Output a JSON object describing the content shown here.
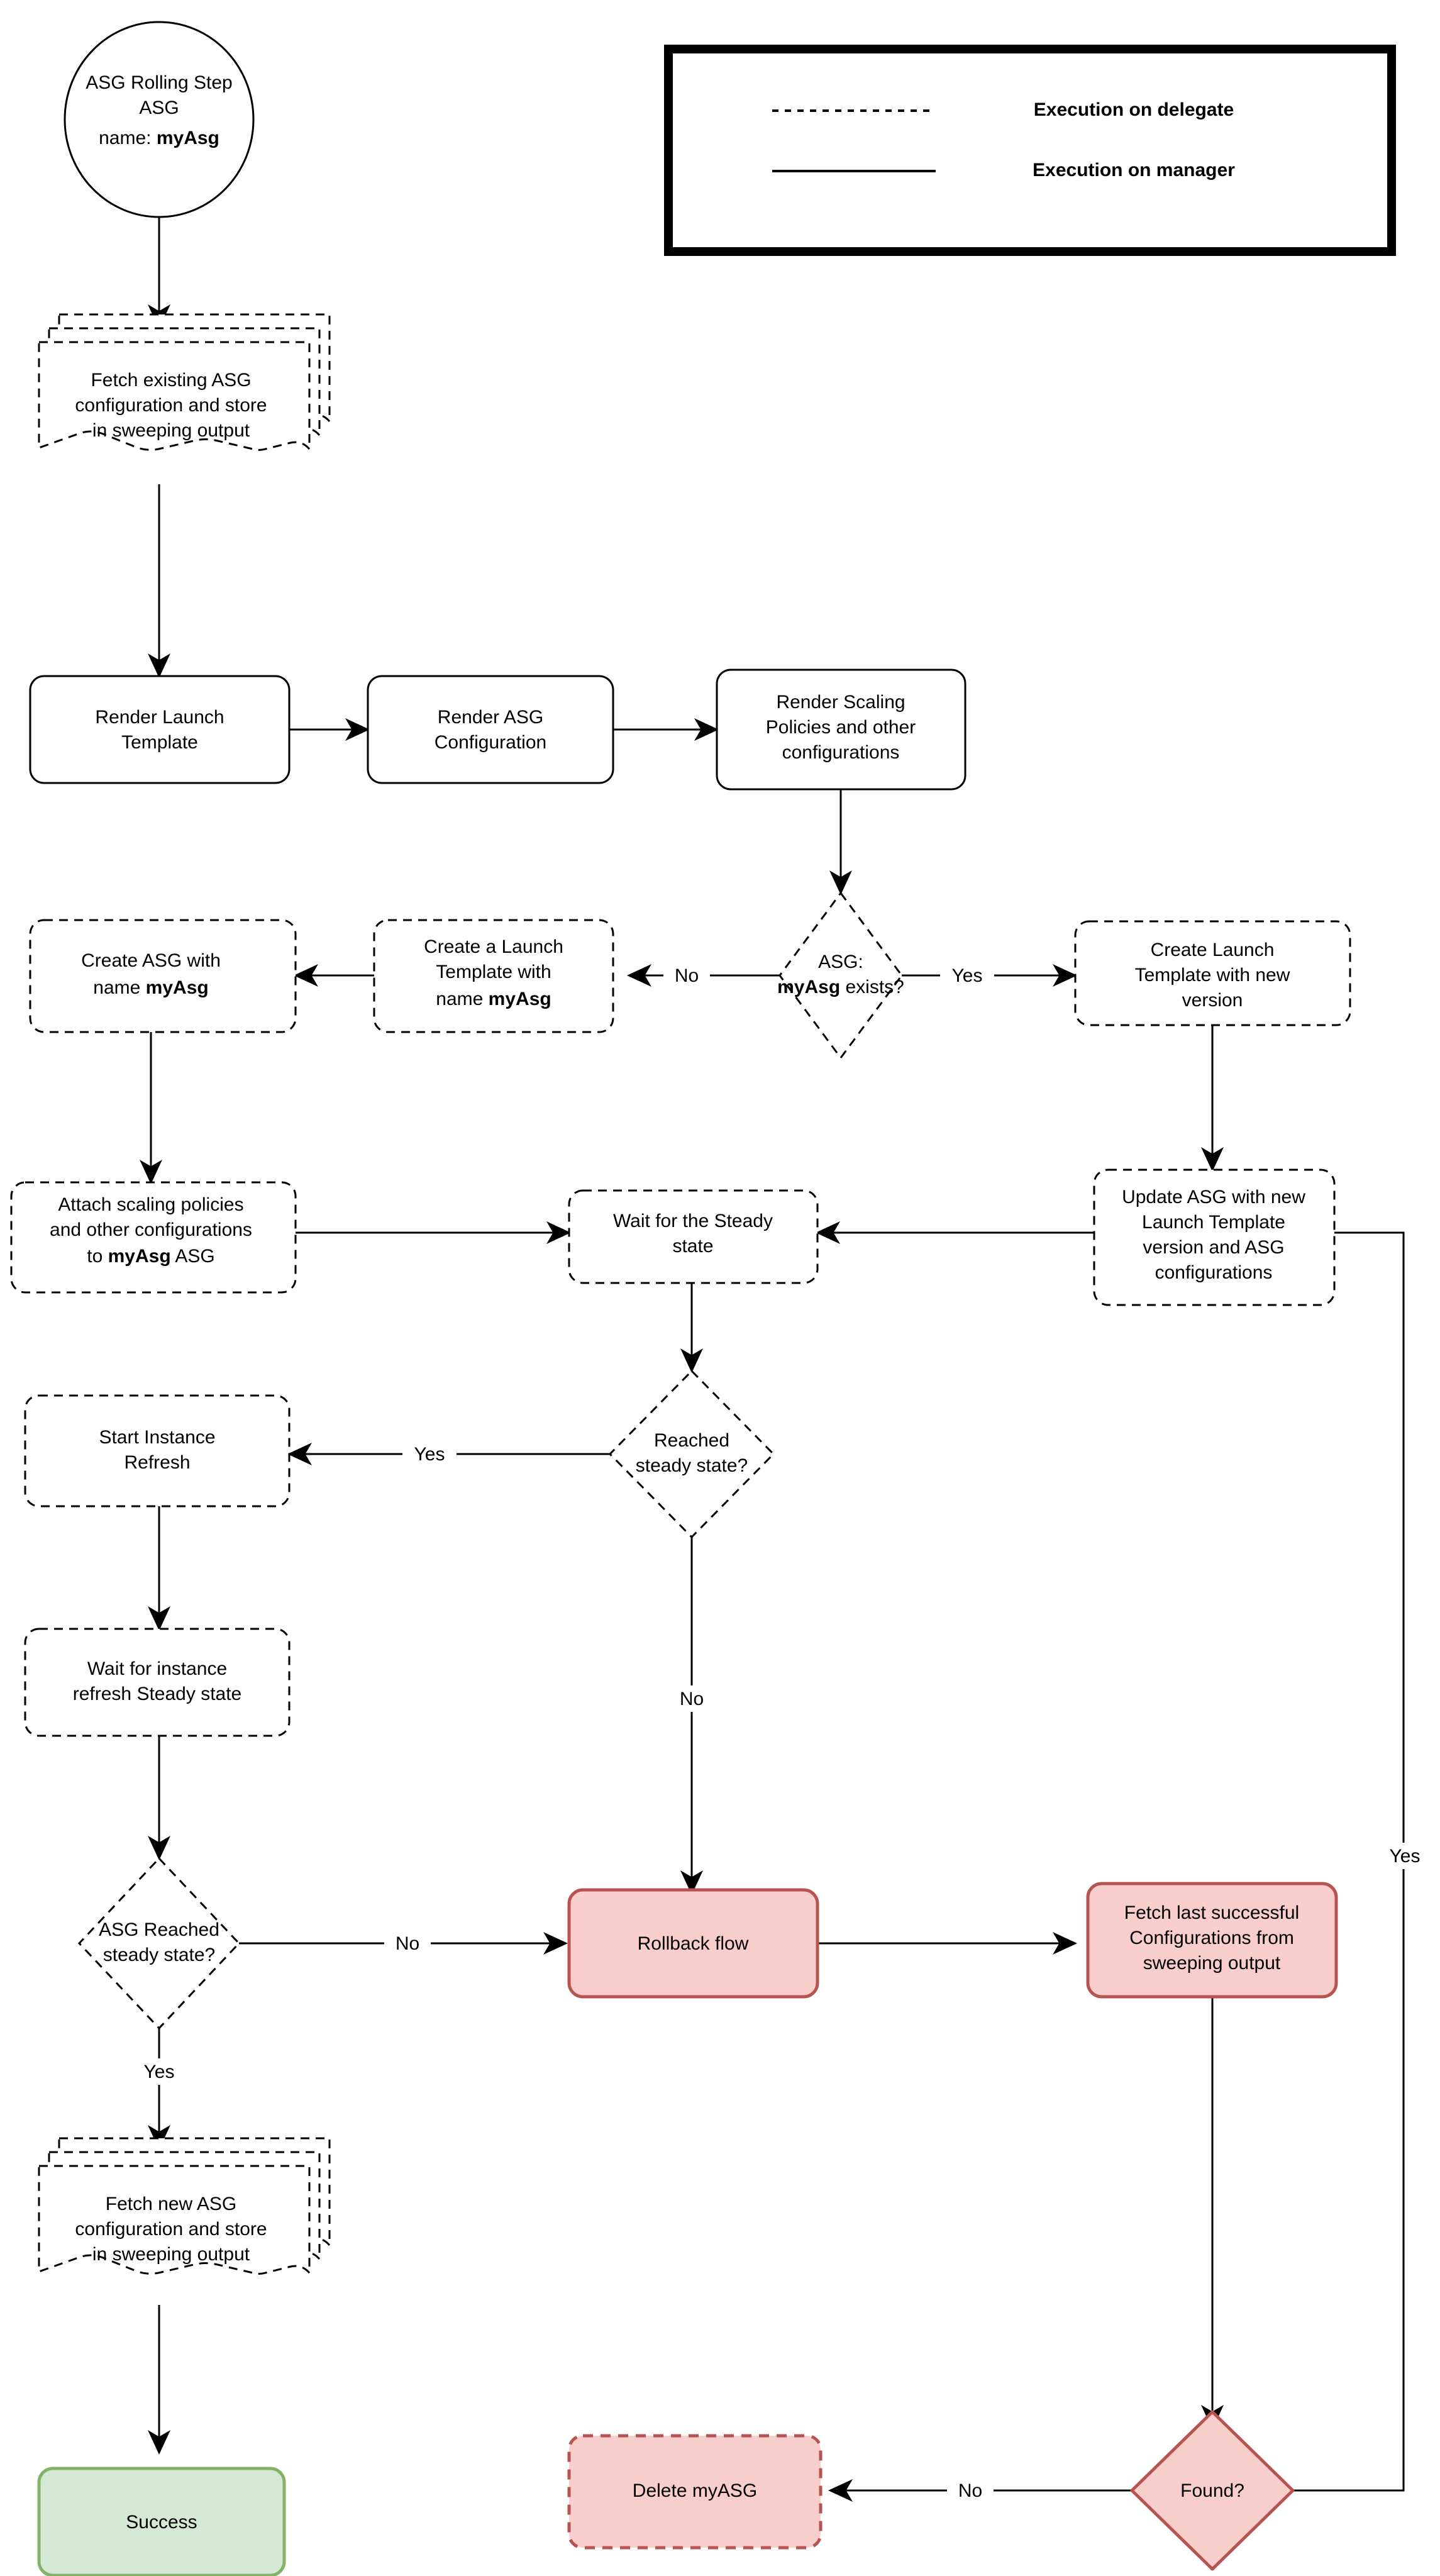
{
  "diagram": {
    "title": "ASG Rolling Step flow",
    "colors": {
      "pink_fill": "#f8cecc",
      "pink_stroke": "#b85450",
      "green_fill": "#d5e8d4",
      "green_stroke": "#82b366",
      "default_fill": "#ffffff",
      "default_stroke": "#000000"
    },
    "legend": {
      "items": [
        {
          "style": "dashed",
          "label": "Execution on delegate"
        },
        {
          "style": "solid",
          "label": "Execution on manager"
        }
      ]
    },
    "nodes": [
      {
        "id": "start",
        "shape": "ellipse",
        "border": "solid",
        "fill": "default",
        "lines": [
          "ASG Rolling Step",
          "ASG",
          "name: |myAsg"
        ]
      },
      {
        "id": "fetch_exist",
        "shape": "multidoc",
        "border": "dashed",
        "fill": "default",
        "lines": [
          "Fetch existing ASG",
          "configuration and store",
          "in sweeping output"
        ]
      },
      {
        "id": "render_lt",
        "shape": "rounded",
        "border": "solid",
        "fill": "default",
        "lines": [
          "Render Launch",
          "Template"
        ]
      },
      {
        "id": "render_asg",
        "shape": "rounded",
        "border": "solid",
        "fill": "default",
        "lines": [
          "Render ASG",
          "Configuration"
        ]
      },
      {
        "id": "render_scale",
        "shape": "rounded",
        "border": "solid",
        "fill": "default",
        "lines": [
          "Render Scaling",
          "Policies and other",
          "configurations"
        ]
      },
      {
        "id": "asg_exists",
        "shape": "diamond",
        "border": "dashed",
        "fill": "default",
        "lines": [
          "ASG:",
          "|myAsg| exists?"
        ]
      },
      {
        "id": "create_lt_new",
        "shape": "rounded",
        "border": "dashed",
        "fill": "default",
        "lines": [
          "Create Launch",
          "Template with new",
          "version"
        ]
      },
      {
        "id": "create_lt_my",
        "shape": "rounded",
        "border": "dashed",
        "fill": "default",
        "lines": [
          "Create a Launch",
          "Template with",
          "name |myAsg"
        ]
      },
      {
        "id": "create_asg",
        "shape": "rounded",
        "border": "dashed",
        "fill": "default",
        "lines": [
          "Create ASG with",
          "name |myAsg"
        ]
      },
      {
        "id": "attach",
        "shape": "rounded",
        "border": "dashed",
        "fill": "default",
        "lines": [
          "Attach scaling policies",
          "and other configurations",
          "to |myAsg| ASG"
        ]
      },
      {
        "id": "wait_steady",
        "shape": "rounded",
        "border": "dashed",
        "fill": "default",
        "lines": [
          "Wait for the Steady",
          "state"
        ]
      },
      {
        "id": "update_asg",
        "shape": "rounded",
        "border": "dashed",
        "fill": "default",
        "lines": [
          "Update ASG with new",
          "Launch Template",
          "version and ASG",
          "configurations"
        ]
      },
      {
        "id": "reached_ss",
        "shape": "diamond",
        "border": "dashed",
        "fill": "default",
        "lines": [
          "Reached",
          "steady state?"
        ]
      },
      {
        "id": "start_refresh",
        "shape": "rounded",
        "border": "dashed",
        "fill": "default",
        "lines": [
          "Start Instance",
          "Refresh"
        ]
      },
      {
        "id": "wait_refresh",
        "shape": "rounded",
        "border": "dashed",
        "fill": "default",
        "lines": [
          "Wait for instance",
          "refresh Steady state"
        ]
      },
      {
        "id": "asg_reached",
        "shape": "diamond",
        "border": "dashed",
        "fill": "default",
        "lines": [
          "ASG Reached",
          "steady state?"
        ]
      },
      {
        "id": "rollback",
        "shape": "rounded",
        "border": "solid",
        "fill": "pink",
        "lines": [
          "Rollback flow"
        ]
      },
      {
        "id": "fetch_last",
        "shape": "rounded",
        "border": "solid",
        "fill": "pink",
        "lines": [
          "Fetch last successful",
          "Configurations from",
          "sweeping output"
        ]
      },
      {
        "id": "fetch_new",
        "shape": "multidoc",
        "border": "dashed",
        "fill": "default",
        "lines": [
          "Fetch new ASG",
          "configuration and store",
          "in sweeping output"
        ]
      },
      {
        "id": "success",
        "shape": "rounded",
        "border": "solid",
        "fill": "green",
        "lines": [
          "Success"
        ]
      },
      {
        "id": "delete_asg",
        "shape": "rounded",
        "border": "dashed",
        "fill": "pink",
        "lines": [
          "Delete myASG"
        ]
      },
      {
        "id": "found",
        "shape": "diamond",
        "border": "solid",
        "fill": "pink",
        "lines": [
          "Found?"
        ]
      }
    ],
    "edge_labels": [
      {
        "id": "lbl_no_exists",
        "text": "No"
      },
      {
        "id": "lbl_yes_exists",
        "text": "Yes"
      },
      {
        "id": "lbl_yes_reached",
        "text": "Yes"
      },
      {
        "id": "lbl_no_reached",
        "text": "No"
      },
      {
        "id": "lbl_no_asgreach",
        "text": "No"
      },
      {
        "id": "lbl_yes_asgreach",
        "text": "Yes"
      },
      {
        "id": "lbl_no_found",
        "text": "No"
      },
      {
        "id": "lbl_yes_found",
        "text": "Yes"
      }
    ]
  }
}
